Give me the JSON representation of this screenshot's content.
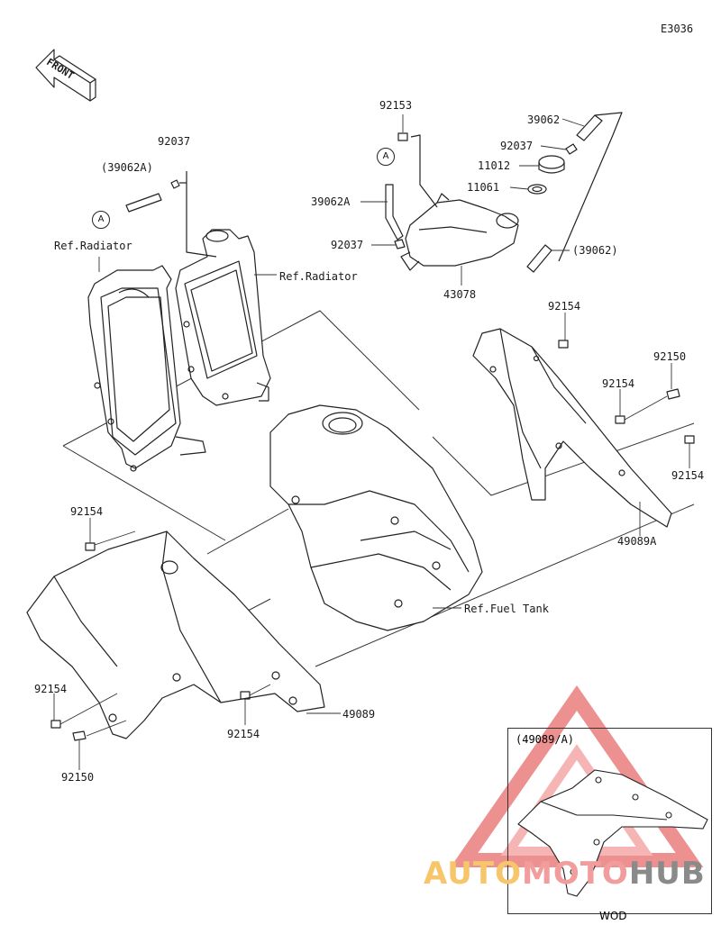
{
  "diagram_code": "E3036",
  "front_label": "FRONT",
  "circle_a": "A",
  "parts": {
    "p92153": "92153",
    "p39062_top": "39062",
    "p92037_right": "92037",
    "p11012": "11012",
    "p11061": "11061",
    "p39062A": "39062A",
    "p92037_mid": "92037",
    "p39062_paren": "(39062)",
    "p43078": "43078",
    "p92037_left": "92037",
    "p39062A_paren": "(39062A)",
    "ref_radiator_left": "Ref.Radiator",
    "ref_radiator_right": "Ref.Radiator",
    "p92154_a": "92154",
    "p92150_a": "92150",
    "p92154_b": "92154",
    "p92154_c": "92154",
    "p49089A": "49089A",
    "p92154_d": "92154",
    "ref_fuel_tank": "Ref.Fuel Tank",
    "p92154_e": "92154",
    "p92154_f": "92154",
    "p92150_b": "92150",
    "p49089": "49089"
  },
  "inset_title": "(49089/A)",
  "inset_caption": "WOD",
  "watermark": {
    "part1": "AUTO",
    "part2": "MOTO",
    "part3": "HUB"
  },
  "colors": {
    "line": "#222222",
    "watermark_red": "#e86b6b",
    "watermark_orange": "#f7c56a"
  }
}
